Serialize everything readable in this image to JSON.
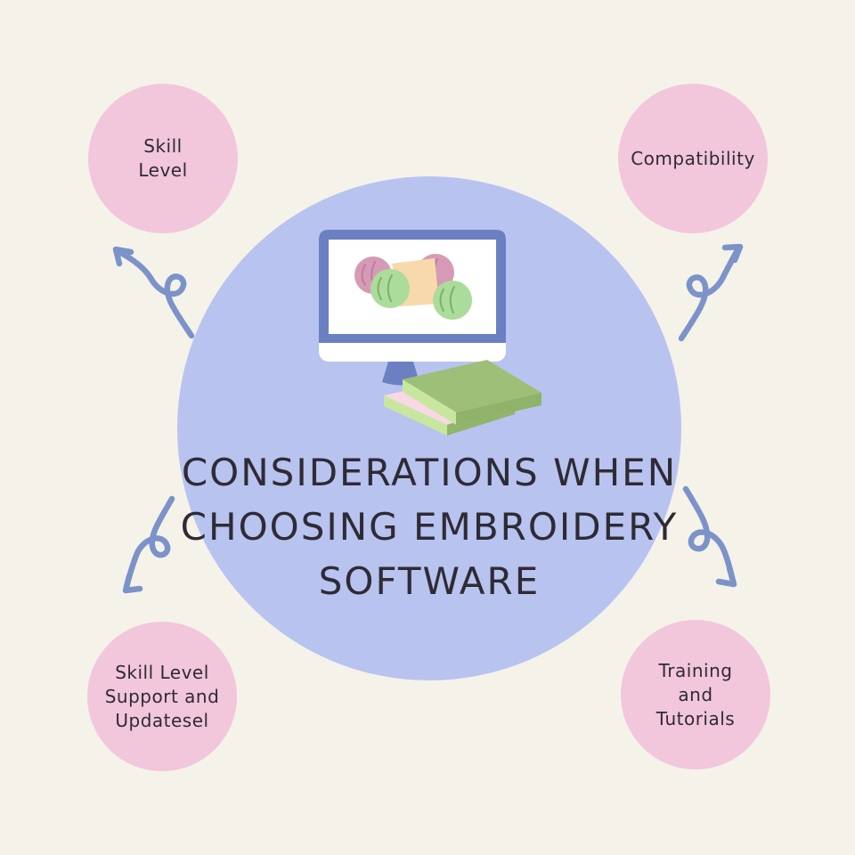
{
  "page": {
    "type": "infographic-diagram",
    "background_color": "#F5F2EA"
  },
  "colors": {
    "background": "#F5F2EA",
    "node": "#F2C6DB",
    "center": "#B8C3F0",
    "arrow": "#7C93C9",
    "text": "#2F2B35"
  },
  "center": {
    "title_lines": [
      "CONSIDERATIONS WHEN",
      "CHOOSING EMBROIDERY",
      "SOFTWARE"
    ],
    "illustration": "computer-monitor-with-yarn-balls-and-books",
    "illustration_colors": {
      "monitor_frame": "#6B80C2",
      "screen": "#FFFFFF",
      "yarn_pink": "#D69AB6",
      "yarn_green": "#ABDC9B",
      "fabric_peach": "#F8D9AB",
      "book_green": "#9DBF77",
      "book_pink": "#F9D8E5",
      "book_edge_light": "#C9E69F"
    }
  },
  "nodes": [
    {
      "id": "skill-level",
      "position": "top-left",
      "label": "Skill\nLevel"
    },
    {
      "id": "compatibility",
      "position": "top-right",
      "label": "Compatibility"
    },
    {
      "id": "skill-level-support-and-updatesel",
      "position": "bottom-left",
      "label": "Skill Level\nSupport and\nUpdatesel"
    },
    {
      "id": "training-and-tutorials",
      "position": "bottom-right",
      "label": "Training\nand\nTutorials"
    }
  ],
  "arrows": [
    {
      "from": "center",
      "to": "skill-level",
      "direction": "up-left",
      "style": "looping"
    },
    {
      "from": "center",
      "to": "compatibility",
      "direction": "up-right",
      "style": "looping"
    },
    {
      "from": "center",
      "to": "skill-level-support-and-updatesel",
      "direction": "down-left",
      "style": "looping"
    },
    {
      "from": "center",
      "to": "training-and-tutorials",
      "direction": "down-right",
      "style": "looping"
    }
  ]
}
